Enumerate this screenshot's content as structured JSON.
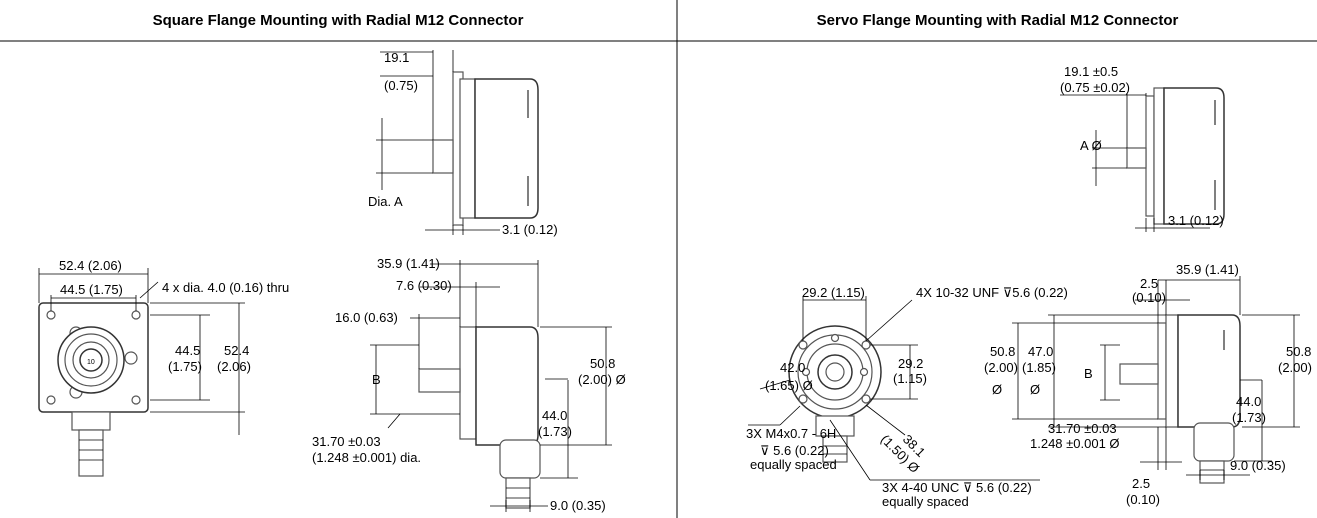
{
  "headers": {
    "left": "Square Flange Mounting with Radial M12 Connector",
    "right": "Servo Flange Mounting with Radial M12 Connector"
  },
  "left": {
    "side_top": {
      "dim_len": "19.1",
      "dim_len_in": "(0.75)",
      "dia_label": "Dia. A",
      "flange_dim": "3.1 (0.12)"
    },
    "front": {
      "width_outer": "52.4 (2.06)",
      "width_inner": "44.5 (1.75)",
      "holes": "4 x dia. 4.0 (0.16) thru",
      "height_inner": "44.5",
      "height_inner_in": "(1.75)",
      "height_outer": "52.4",
      "height_outer_in": "(2.06)",
      "connector_label": "10"
    },
    "side_bottom": {
      "total_len": "35.9 (1.41)",
      "pilot_len": "7.6 (0.30)",
      "shaft_len": "16.0 (0.63)",
      "shaft_label": "B",
      "body_dia": "50.8",
      "body_dia_in": "(2.00) Ø",
      "conn_height": "44.0",
      "conn_height_in": "(1.73)",
      "pilot_dia": "31.70 ±0.03",
      "pilot_dia_in": "(1.248 ±0.001) dia.",
      "conn_offset": "9.0 (0.35)"
    }
  },
  "right": {
    "side_top": {
      "dim_len": "19.1  ±0.5",
      "dim_len_in": "(0.75 ±0.02)",
      "dia_label": "A Ø",
      "flange_dim": "3.1 (0.12)"
    },
    "front": {
      "bolt_spacing": "29.2 (1.15)",
      "threads_top": "4X 10-32 UNF ⊽5.6 (0.22)",
      "dia_outer": "42.0",
      "dia_outer_in": "(1.65) Ø",
      "vert_spacing": "29.2",
      "vert_spacing_in": "(1.15)",
      "bolt_circle": "38.1",
      "bolt_circle_in": "(1.50) Ø",
      "threads_left_1": "3X M4x0.7 - 6H",
      "threads_left_2": "⊽ 5.6 (0.22)",
      "threads_left_3": "equally spaced",
      "threads_bottom_1": "3X 4-40 UNC ⊽ 5.6 (0.22)",
      "threads_bottom_2": "equally spaced"
    },
    "side_bottom": {
      "flange_gap": "2.5",
      "flange_gap_in": "(0.10)",
      "total_len": "35.9 (1.41)",
      "dia_a": "50.8",
      "dia_a_in": "(2.00)",
      "dia_a_sym": "Ø",
      "dia_b": "47.0",
      "dia_b_in": "(1.85)",
      "dia_b_sym": "Ø",
      "shaft_label": "B",
      "body_dia": "50.8",
      "body_dia_in": "(2.00)",
      "conn_height": "44.0",
      "conn_height_in": "(1.73)",
      "pilot_dia": "31.70 ±0.03",
      "pilot_dia_in": "1.248 ±0.001 Ø",
      "conn_offset": "9.0 (0.35)",
      "rear_gap": "2.5",
      "rear_gap_in": "(0.10)"
    }
  }
}
